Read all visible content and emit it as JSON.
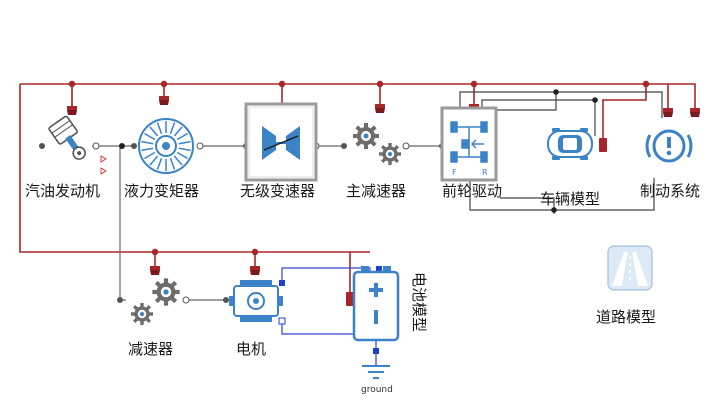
{
  "components": {
    "engine": "汽油发动机",
    "torque_converter": "液力变矩器",
    "cvt": "无级变速器",
    "final_drive": "主减速器",
    "front_wheel_drive": "前轮驱动",
    "vehicle": "车辆模型",
    "brake": "制动系统",
    "reducer": "减速器",
    "motor": "电机",
    "battery": "电池模型",
    "road": "道路模型",
    "ground": "ground",
    "fwd_front_letter": "F",
    "fwd_rear_letter": "R"
  },
  "colors": {
    "bus_red": "#a8262a",
    "connector_blue": "#2f6fb8",
    "icon_blue": "#3b83c6",
    "mechanical_gray": "#555555",
    "electric_blue": "#3344cc"
  },
  "icons": {
    "engine": "piston-icon",
    "torque_converter": "turbine-icon",
    "cvt": "transmission-icon",
    "final_drive": "gears-icon",
    "front_wheel_drive": "drivetrain-icon",
    "vehicle": "car-icon",
    "brake": "brake-warning-icon",
    "reducer": "gears-icon",
    "motor": "motor-icon",
    "battery": "battery-icon",
    "road": "road-icon",
    "ground": "ground-icon"
  }
}
